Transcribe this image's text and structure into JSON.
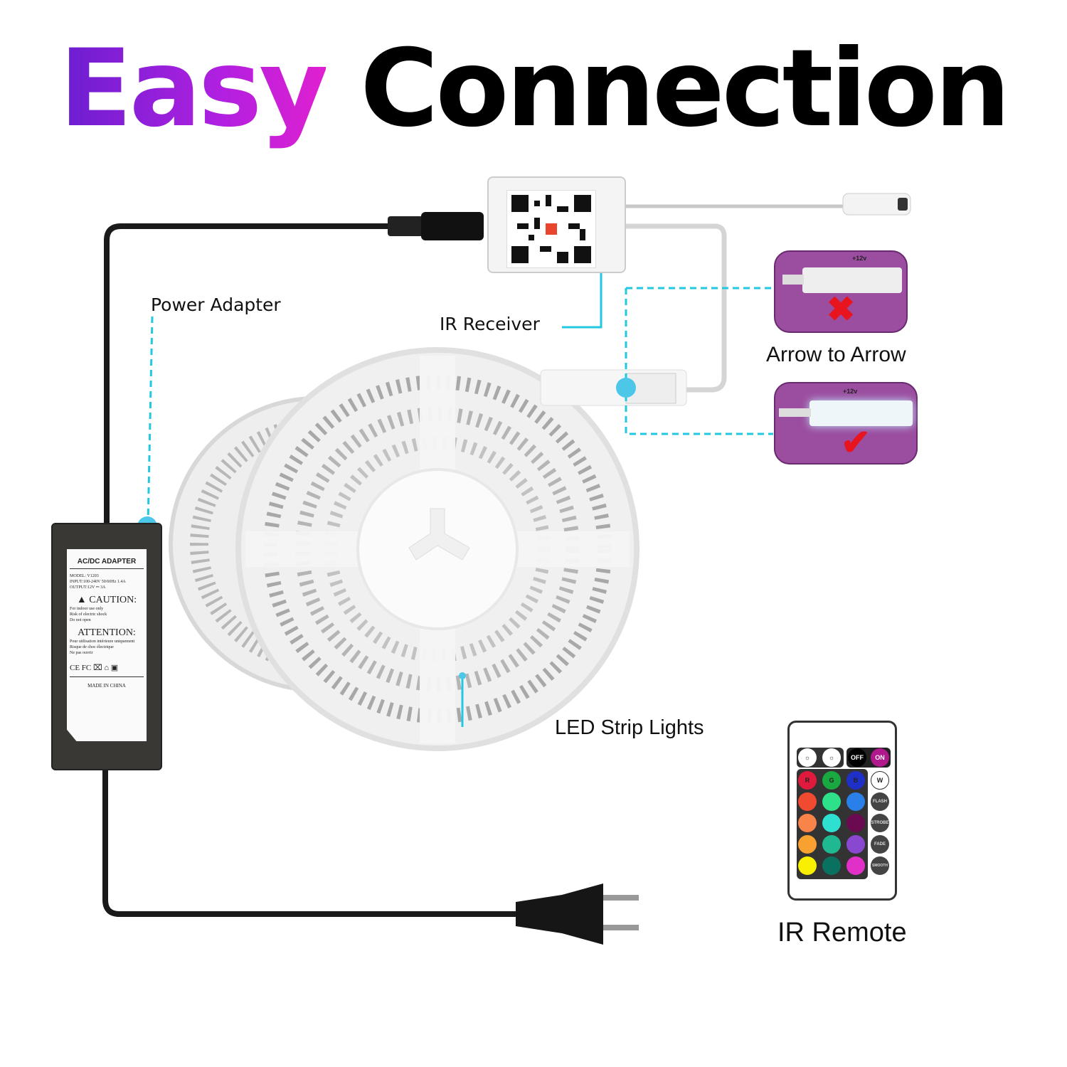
{
  "title": {
    "part1": "Easy",
    "part2": "Connection"
  },
  "labels": {
    "power_adapter": "Power Adapter",
    "ir_receiver": "IR Receiver",
    "arrow_to_arrow": "Arrow to Arrow",
    "led_strip_lights": "LED Strip Lights",
    "ir_remote": "IR Remote"
  },
  "adapter_label": {
    "heading": "AC/DC ADAPTER",
    "model": "MODEL: V1203",
    "input": "INPUT:100-240V 50/60Hz 1.4A",
    "output": "OUTPUT:12V ⎓ 3A",
    "caution": "CAUTION:",
    "caution_lines": [
      "For indoor use only",
      "Risk of electric shock",
      "Do not open"
    ],
    "attention": "ATTENTION:",
    "attention_lines": [
      "Pour utilisation intérieure uniquement",
      "Risque de choc électrique",
      "Ne pas ouvrir"
    ],
    "certs": "CE FC ⌧ ⌂ ▣",
    "made_in": "MADE IN CHINA"
  },
  "panels": {
    "voltage": "+12v"
  },
  "remote": {
    "top_buttons": [
      "☼",
      "☼",
      "OFF",
      "ON"
    ],
    "rgbw": [
      "R",
      "G",
      "B",
      "W"
    ],
    "modes": [
      "FLASH",
      "STROBE",
      "FADE",
      "SMOOTH"
    ]
  },
  "colors": {
    "accent": "#22c8e0",
    "panel": "#9b4d9f"
  }
}
